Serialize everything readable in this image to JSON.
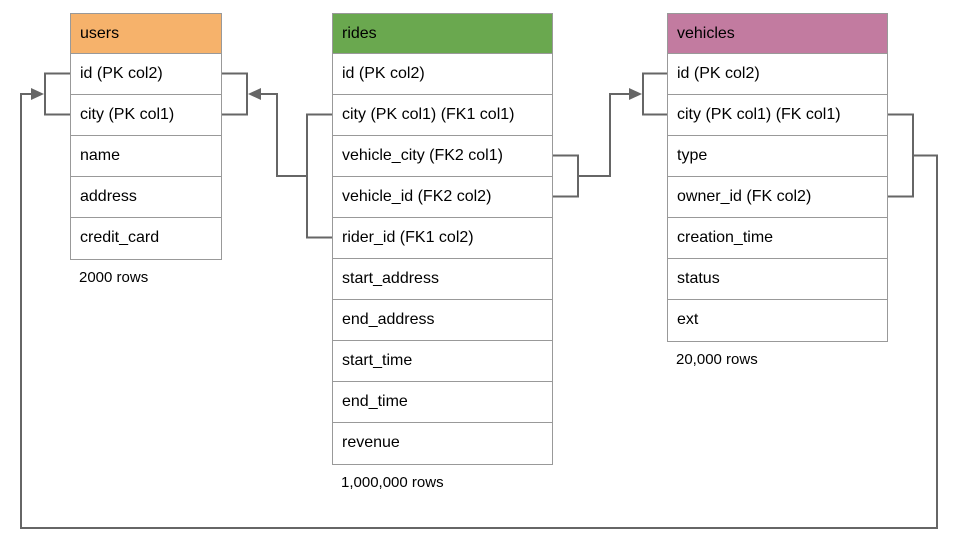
{
  "diagram": {
    "line_color": "#666666",
    "border_color": "#999999",
    "text_color": "#000000",
    "tables": [
      {
        "name": "users",
        "header_color": "#f6b26b",
        "columns": [
          "id (PK col2)",
          "city (PK col1)",
          "name",
          "address",
          "credit_card"
        ],
        "row_count_label": "2000 rows"
      },
      {
        "name": "rides",
        "header_color": "#6aa84f",
        "columns": [
          "id (PK col2)",
          "city (PK col1) (FK1 col1)",
          "vehicle_city (FK2 col1)",
          "vehicle_id (FK2 col2)",
          "rider_id (FK1 col2)",
          "start_address",
          "end_address",
          "start_time",
          "end_time",
          "revenue"
        ],
        "row_count_label": "1,000,000 rows"
      },
      {
        "name": "vehicles",
        "header_color": "#c27ba0",
        "columns": [
          "id (PK col2)",
          "city (PK col1) (FK col1)",
          "type",
          "owner_id (FK col2)",
          "creation_time",
          "status",
          "ext"
        ],
        "row_count_label": "20,000 rows"
      }
    ],
    "relationships": [
      {
        "from": "rides (city, rider_id)",
        "to": "users (id, city)",
        "label": "FK1"
      },
      {
        "from": "rides (vehicle_city, vehicle_id)",
        "to": "vehicles (id, city)",
        "label": "FK2"
      },
      {
        "from": "vehicles (city, owner_id)",
        "to": "users (id, city)",
        "label": "FK"
      }
    ]
  }
}
